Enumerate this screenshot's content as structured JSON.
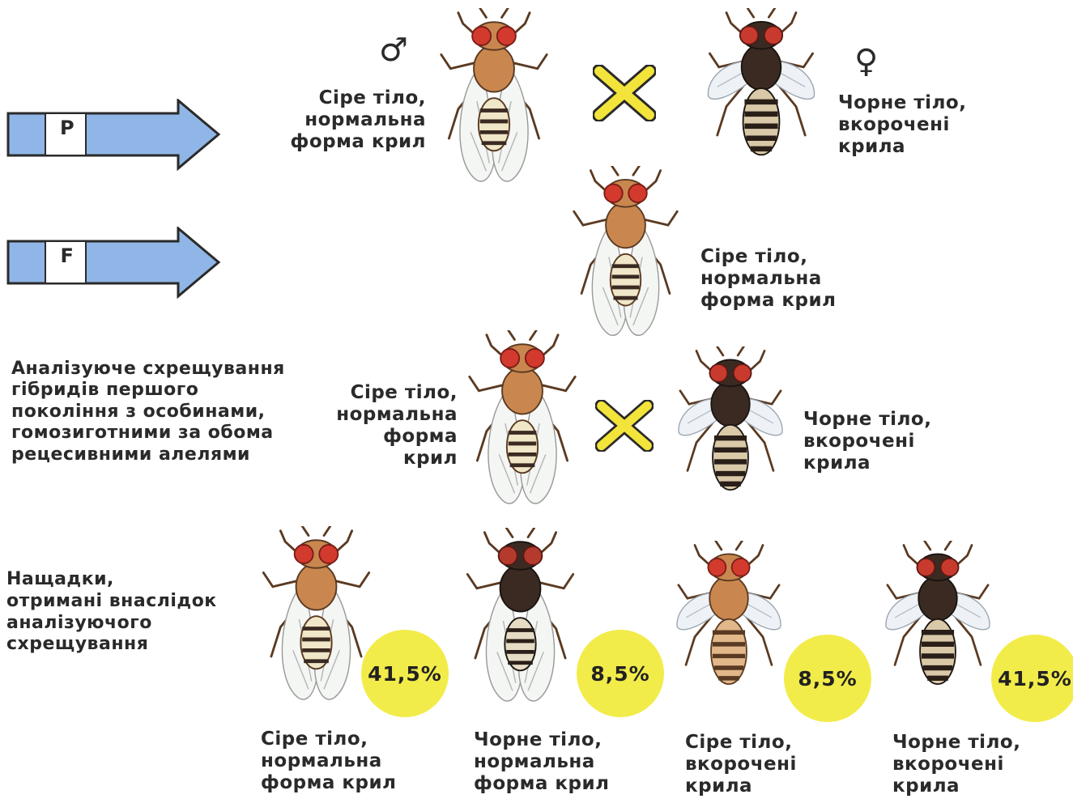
{
  "generations": {
    "p_label": "P",
    "f_label": "F"
  },
  "symbols": {
    "male": "♂",
    "female": "♀"
  },
  "parents": {
    "male_label": "Сіре тіло,\nнормальна\nформа крил",
    "female_label": "Чорне тіло,\nвкорочені\nкрила"
  },
  "f1": {
    "label": "Сіре тіло,\nнормальна\nформа крил"
  },
  "testcross": {
    "description": "Аналізуюче схрещування\nгібридів першого\nпокоління з особинами,\nгомозиготними за обома\nрецесивними алелями",
    "hybrid_label": "Сіре тіло,\nнормальна\nформа\nкрил",
    "recessive_label": "Чорне тіло,\nвкорочені\nкрила"
  },
  "offspring": {
    "description": "Нащадки,\nотримані внаслідок\nаналізуючого\nсхрещування",
    "items": [
      {
        "percent": "41,5%",
        "label": "Сіре тіло,\nнормальна\nформа крил",
        "body": "grey",
        "wings": "normal"
      },
      {
        "percent": "8,5%",
        "label": "Чорне тіло,\nнормальна\nформа крил",
        "body": "black",
        "wings": "normal"
      },
      {
        "percent": "8,5%",
        "label": "Сіре тіло,\nвкорочені\nкрила",
        "body": "grey",
        "wings": "vestigial"
      },
      {
        "percent": "41,5%",
        "label": "Чорне тіло,\nвкорочені\nкрила",
        "body": "black",
        "wings": "vestigial"
      }
    ]
  },
  "colors": {
    "arrow": "#8fb6e6",
    "cross": "#f2e43a",
    "percent_circle": "#f2ec4a",
    "grey_body": "#c9874f",
    "black_body": "#3a2a22",
    "eye": "#d33a2e"
  }
}
